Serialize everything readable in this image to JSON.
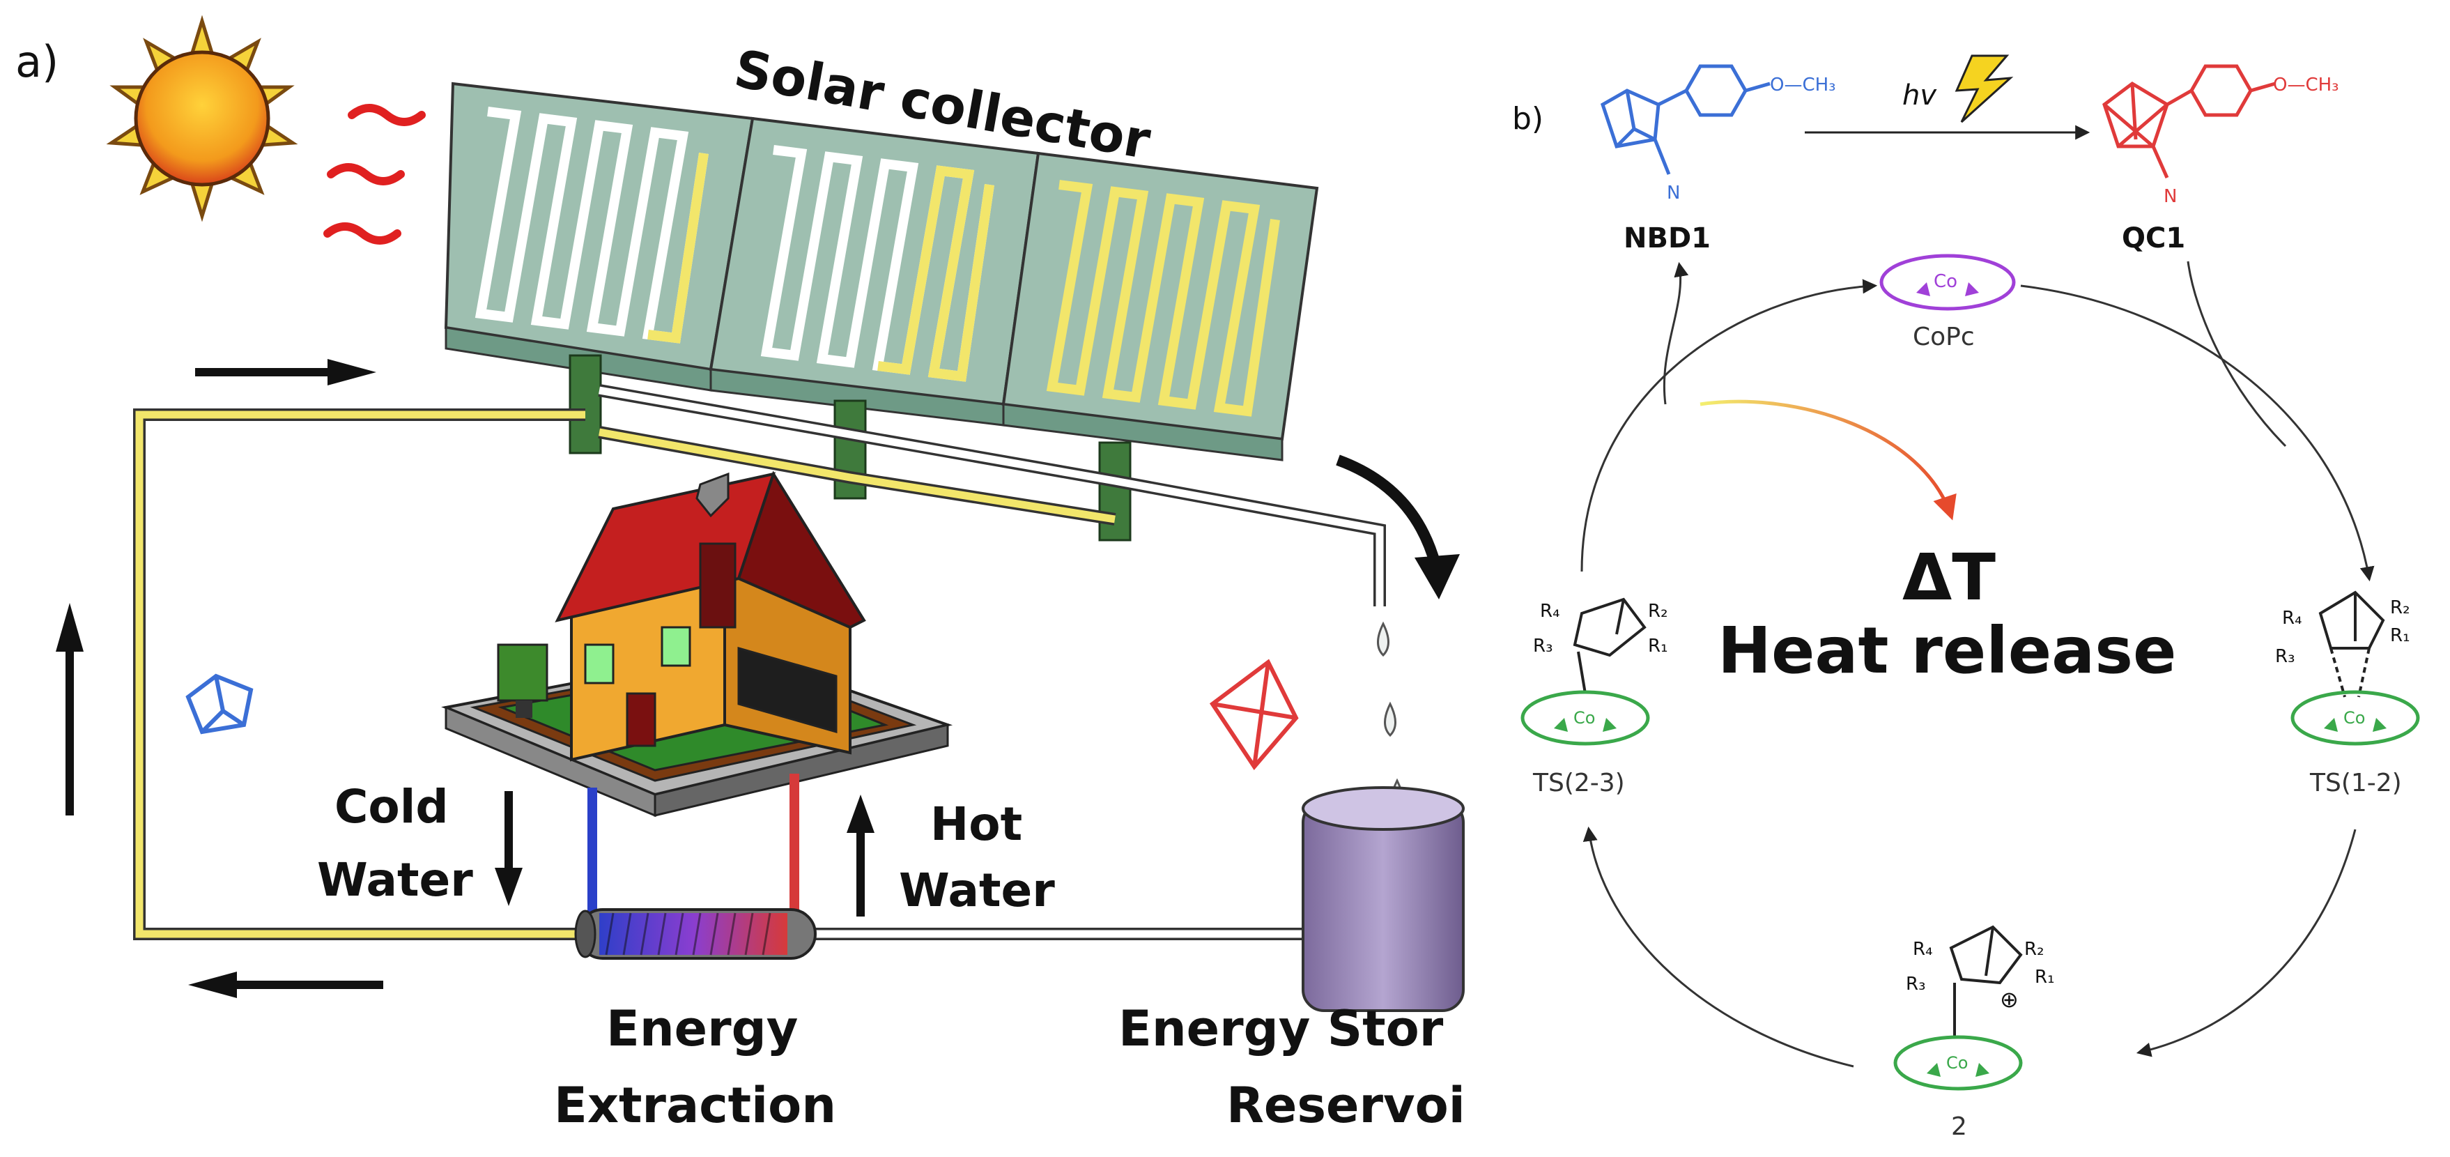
{
  "panel_a": {
    "label": "a)",
    "solar_collector": "Solar collector",
    "cold_water_1": "Cold",
    "cold_water_2": "Water",
    "hot_water_1": "Hot",
    "hot_water_2": "Water",
    "energy_extraction_1": "Energy",
    "energy_extraction_2": "Extraction",
    "energy_storage_1": "Energy Stor",
    "energy_storage_2": "Reservoi"
  },
  "panel_b": {
    "label": "b)",
    "nbd1": "NBD1",
    "qc1": "QC1",
    "hv": "hv",
    "och3_left": "O—CH₃",
    "och3_right": "O—CH₃",
    "nitrile_left": "N",
    "nitrile_right": "N",
    "copc": "CoPc",
    "co": "Co",
    "delta_t": "ΔT",
    "heat_release": "Heat release",
    "ts23": "TS(2-3)",
    "ts12": "TS(1-2)",
    "int2": "2",
    "r1": "R₁",
    "r2": "R₂",
    "r3": "R₃",
    "r4": "R₄",
    "plus": "⊕"
  },
  "colors": {
    "sun": "#f7a21b",
    "panel": "#b9d5c8",
    "pipe_yellow": "#f2e66b",
    "nbd_blue": "#3b6fd6",
    "qc_red": "#e03a3a",
    "copc_purple": "#a040d8",
    "co_green": "#3aa84a",
    "reservoir": "#9b8ab8"
  }
}
